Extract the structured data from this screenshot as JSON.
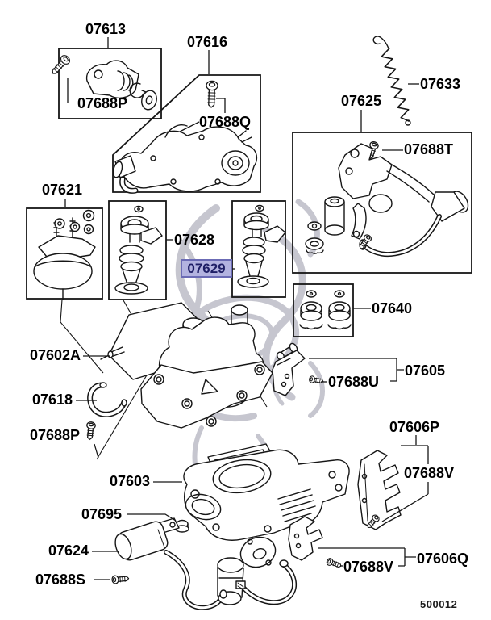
{
  "diagram": {
    "drawing_code": "500012",
    "highlighted_part": "07629",
    "colors": {
      "line": "#161616",
      "background": "#ffffff",
      "watermark": "#c6c6cf",
      "highlight_bg": "#b3b3e0",
      "highlight_border": "#6b6bb5",
      "highlight_text": "#1f1f66"
    },
    "labels": {
      "p07613": "07613",
      "p07688P_top": "07688P",
      "p07616": "07616",
      "p07688Q": "07688Q",
      "p07633": "07633",
      "p07625": "07625",
      "p07688T": "07688T",
      "p07621": "07621",
      "p07628": "07628",
      "p07629": "07629",
      "p07640": "07640",
      "p07602A": "07602A",
      "p07618": "07618",
      "p07688P_bottom": "07688P",
      "p07605": "07605",
      "p07688U": "07688U",
      "p07606P": "07606P",
      "p07688V_upper": "07688V",
      "p07603": "07603",
      "p07695": "07695",
      "p07624": "07624",
      "p07688S": "07688S",
      "p07688V_lower": "07688V",
      "p07606Q": "07606Q"
    }
  }
}
